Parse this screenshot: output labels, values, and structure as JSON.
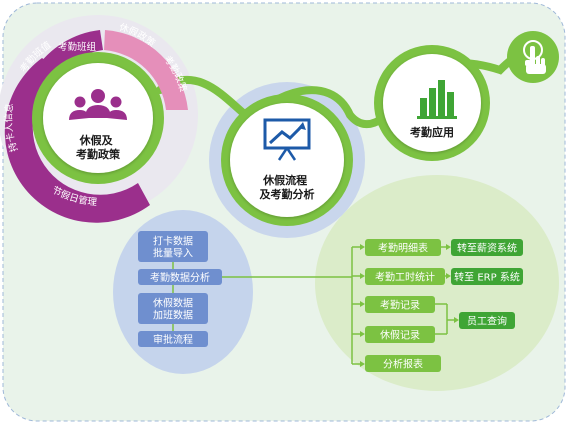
{
  "colors": {
    "green": "#7cc242",
    "green_dark": "#3fa535",
    "purple": "#9b2f8c",
    "pink": "#e58fba",
    "blue_box": "#6f8fcf",
    "blue_halo": "#cdd9ee",
    "bg": "#eaf3e8",
    "title_blue": "#1d5aa8"
  },
  "hubs": {
    "policy": "休假及\n考勤政策",
    "process": "休假流程\n及考勤分析",
    "apply": "考勤应用"
  },
  "purple_arc": [
    "考勤班值",
    "考勤班组",
    "持卡人信息",
    "节假日管理"
  ],
  "pink_arc": [
    "休假政策",
    "考勤政策"
  ],
  "left_boxes": [
    "打卡数据\n批量导入",
    "考勤数据分析",
    "休假数据\n加班数据",
    "审批流程"
  ],
  "right_boxes": [
    "考勤明细表",
    "考勤工时统计",
    "考勤记录",
    "休假记录",
    "分析报表"
  ],
  "right_targets": [
    "转至薪资系统",
    "转至 ERP 系统",
    "员工查询"
  ],
  "icons": {
    "people": "people-group-icon",
    "presentation": "presentation-chart-icon",
    "bars": "bar-chart-icon",
    "touch": "hand-touch-icon"
  }
}
